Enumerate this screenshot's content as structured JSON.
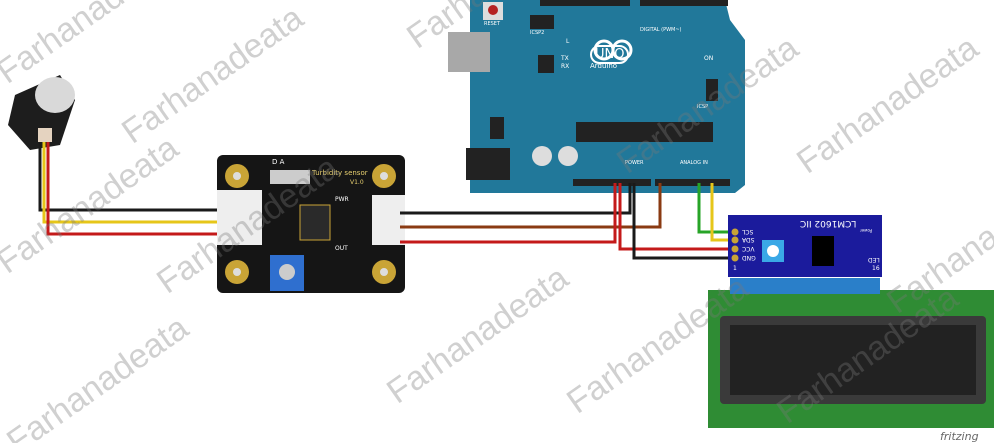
{
  "watermark": "Farhanadeata",
  "arduino": {
    "brand": "Arduino",
    "model": "UNO",
    "reset": "RESET",
    "icsp": "ICSP",
    "icsp2": "ICSP2",
    "digital": "DIGITAL (PWM~)",
    "power": "POWER",
    "analog": "ANALOG IN",
    "led_l": "L",
    "led_tx": "TX",
    "led_rx": "RX",
    "led_on": "ON"
  },
  "sensor": {
    "title": "Turbidity sensor",
    "version": "V1.0",
    "switch": "D  A",
    "pwr": "PWR",
    "out": "OUT"
  },
  "i2c": {
    "title": "LCM1602 IIC",
    "pins": [
      "SCL",
      "SDA",
      "VCC",
      "GND"
    ],
    "pin_first": "1",
    "pin_last": "16",
    "led": "LED",
    "power": "Power"
  },
  "footer": {
    "brand": "fritzing"
  },
  "colors": {
    "board": "#21789a",
    "sensor": "#151515",
    "i2c": "#1b1b9c",
    "lcd": "#2f8c34",
    "wire_black": "#1a1a1a",
    "wire_red": "#c41a1a",
    "wire_yellow": "#e6c619",
    "wire_brown": "#8a3a12",
    "wire_green": "#27a427"
  }
}
